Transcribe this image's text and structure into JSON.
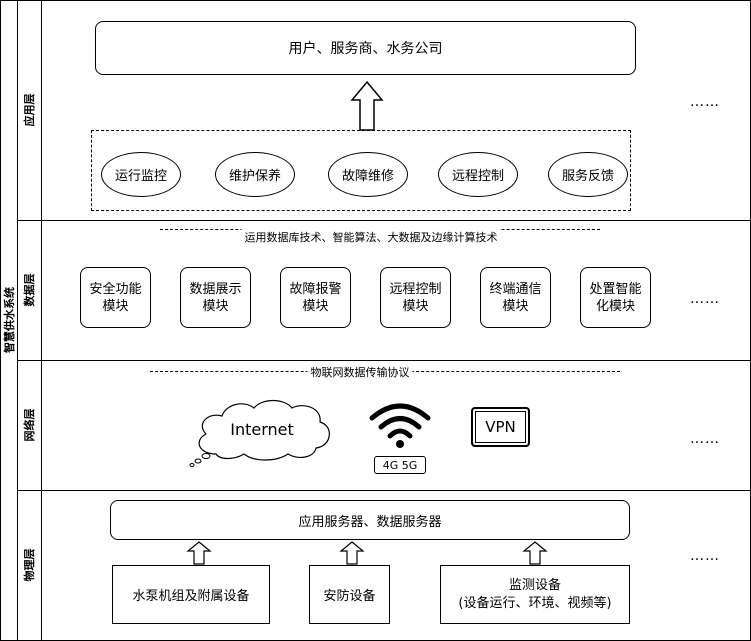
{
  "system_title": "智慧供水系统",
  "layers": {
    "application": "应用层",
    "data": "数据层",
    "network": "网络层",
    "physical": "物理层"
  },
  "app": {
    "users": "用户、服务商、水务公司",
    "services": [
      "运行监控",
      "维护保养",
      "故障维修",
      "远程控制",
      "服务反馈"
    ],
    "more": "……"
  },
  "data_layer": {
    "tech": "运用数据库技术、智能算法、大数据及边缘计算技术",
    "modules": [
      "安全功能\n模块",
      "数据展示\n模块",
      "故障报警\n模块",
      "远程控制\n模块",
      "终端通信\n模块",
      "处置智能\n化模块"
    ],
    "more": "……"
  },
  "network_layer": {
    "protocol": "物联网数据传输协议",
    "internet": "Internet",
    "wifi": "4G 5G",
    "vpn": "VPN",
    "more": "……"
  },
  "physical_layer": {
    "servers": "应用服务器、数据服务器",
    "devices": [
      "水泵机组及附属设备",
      "安防设备",
      "监测设备\n(设备运行、环境、视频等)"
    ],
    "more": "……"
  }
}
